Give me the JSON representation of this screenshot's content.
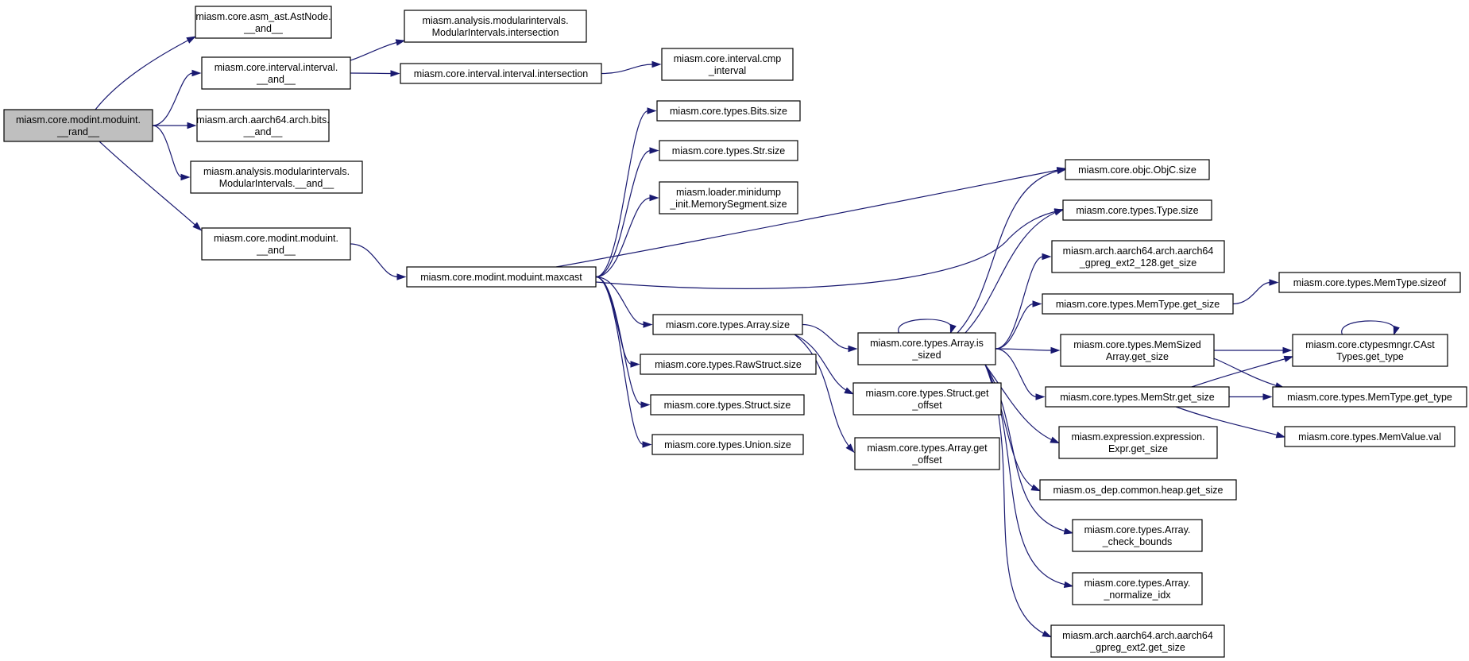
{
  "graph": {
    "node_fill": "#ffffff",
    "root_fill": "#bfbfbf",
    "edge_color": "#191970",
    "nodes": [
      {
        "id": "rand",
        "lines": [
          "miasm.core.modint.moduint.",
          "__rand__"
        ],
        "root": true
      },
      {
        "id": "ast_and",
        "lines": [
          "miasm.core.asm_ast.AstNode.",
          "__and__"
        ]
      },
      {
        "id": "interval_and",
        "lines": [
          "miasm.core.interval.interval.",
          "__and__"
        ]
      },
      {
        "id": "bits_and",
        "lines": [
          "miasm.arch.aarch64.arch.bits.",
          "__and__"
        ]
      },
      {
        "id": "modint_and_mi",
        "lines": [
          "miasm.analysis.modularintervals.",
          "ModularIntervals.__and__"
        ]
      },
      {
        "id": "moduint_and",
        "lines": [
          "miasm.core.modint.moduint.",
          "__and__"
        ]
      },
      {
        "id": "mi_intersection",
        "lines": [
          "miasm.analysis.modularintervals.",
          "ModularIntervals.intersection"
        ]
      },
      {
        "id": "interval_intersection",
        "lines": [
          "miasm.core.interval.interval.intersection"
        ]
      },
      {
        "id": "cmp_interval",
        "lines": [
          "miasm.core.interval.cmp",
          "_interval"
        ]
      },
      {
        "id": "maxcast",
        "lines": [
          "miasm.core.modint.moduint.maxcast"
        ]
      },
      {
        "id": "bits_size",
        "lines": [
          "miasm.core.types.Bits.size"
        ]
      },
      {
        "id": "str_size",
        "lines": [
          "miasm.core.types.Str.size"
        ]
      },
      {
        "id": "memseg_size",
        "lines": [
          "miasm.loader.minidump",
          "_init.MemorySegment.size"
        ]
      },
      {
        "id": "array_size",
        "lines": [
          "miasm.core.types.Array.size"
        ]
      },
      {
        "id": "rawstruct_size",
        "lines": [
          "miasm.core.types.RawStruct.size"
        ]
      },
      {
        "id": "struct_size",
        "lines": [
          "miasm.core.types.Struct.size"
        ]
      },
      {
        "id": "union_size",
        "lines": [
          "miasm.core.types.Union.size"
        ]
      },
      {
        "id": "objc_size",
        "lines": [
          "miasm.core.objc.ObjC.size"
        ]
      },
      {
        "id": "type_size",
        "lines": [
          "miasm.core.types.Type.size"
        ]
      },
      {
        "id": "is_sized",
        "lines": [
          "miasm.core.types.Array.is",
          "_sized"
        ]
      },
      {
        "id": "struct_get_offset",
        "lines": [
          "miasm.core.types.Struct.get",
          "_offset"
        ]
      },
      {
        "id": "array_get_offset",
        "lines": [
          "miasm.core.types.Array.get",
          "_offset"
        ]
      },
      {
        "id": "gpreg128",
        "lines": [
          "miasm.arch.aarch64.arch.aarch64",
          "_gpreg_ext2_128.get_size"
        ]
      },
      {
        "id": "memtype_get_size",
        "lines": [
          "miasm.core.types.MemType.get_size"
        ]
      },
      {
        "id": "memsizedarray",
        "lines": [
          "miasm.core.types.MemSized",
          "Array.get_size"
        ]
      },
      {
        "id": "memstr_get_size",
        "lines": [
          "miasm.core.types.MemStr.get_size"
        ]
      },
      {
        "id": "expr_get_size",
        "lines": [
          "miasm.expression.expression.",
          "Expr.get_size"
        ]
      },
      {
        "id": "heap_get_size",
        "lines": [
          "miasm.os_dep.common.heap.get_size"
        ]
      },
      {
        "id": "check_bounds",
        "lines": [
          "miasm.core.types.Array.",
          "_check_bounds"
        ]
      },
      {
        "id": "normalize_idx",
        "lines": [
          "miasm.core.types.Array.",
          "_normalize_idx"
        ]
      },
      {
        "id": "gpreg_ext2",
        "lines": [
          "miasm.arch.aarch64.arch.aarch64",
          "_gpreg_ext2.get_size"
        ]
      },
      {
        "id": "sizeof",
        "lines": [
          "miasm.core.types.MemType.sizeof"
        ]
      },
      {
        "id": "cast_get_type",
        "lines": [
          "miasm.core.ctypesmngr.CAst",
          "Types.get_type"
        ]
      },
      {
        "id": "memtype_get_type",
        "lines": [
          "miasm.core.types.MemType.get_type"
        ]
      },
      {
        "id": "memvalue_val",
        "lines": [
          "miasm.core.types.MemValue.val"
        ]
      }
    ],
    "edges": [
      [
        "rand",
        "ast_and"
      ],
      [
        "rand",
        "interval_and"
      ],
      [
        "rand",
        "bits_and"
      ],
      [
        "rand",
        "modint_and_mi"
      ],
      [
        "rand",
        "moduint_and"
      ],
      [
        "interval_and",
        "mi_intersection"
      ],
      [
        "interval_and",
        "interval_intersection"
      ],
      [
        "interval_intersection",
        "cmp_interval"
      ],
      [
        "moduint_and",
        "maxcast"
      ],
      [
        "maxcast",
        "bits_size"
      ],
      [
        "maxcast",
        "str_size"
      ],
      [
        "maxcast",
        "memseg_size"
      ],
      [
        "maxcast",
        "objc_size"
      ],
      [
        "maxcast",
        "type_size"
      ],
      [
        "maxcast",
        "array_size"
      ],
      [
        "maxcast",
        "rawstruct_size"
      ],
      [
        "maxcast",
        "struct_size"
      ],
      [
        "maxcast",
        "union_size"
      ],
      [
        "array_size",
        "is_sized"
      ],
      [
        "array_size",
        "struct_get_offset"
      ],
      [
        "array_size",
        "array_get_offset"
      ],
      [
        "is_sized",
        "is_sized"
      ],
      [
        "is_sized",
        "objc_size"
      ],
      [
        "is_sized",
        "type_size"
      ],
      [
        "is_sized",
        "gpreg128"
      ],
      [
        "is_sized",
        "memtype_get_size"
      ],
      [
        "is_sized",
        "memsizedarray"
      ],
      [
        "is_sized",
        "memstr_get_size"
      ],
      [
        "is_sized",
        "expr_get_size"
      ],
      [
        "is_sized",
        "heap_get_size"
      ],
      [
        "is_sized",
        "check_bounds"
      ],
      [
        "is_sized",
        "normalize_idx"
      ],
      [
        "is_sized",
        "gpreg_ext2"
      ],
      [
        "memtype_get_size",
        "sizeof"
      ],
      [
        "memsizedarray",
        "cast_get_type"
      ],
      [
        "memsizedarray",
        "memtype_get_type"
      ],
      [
        "memstr_get_size",
        "cast_get_type"
      ],
      [
        "memstr_get_size",
        "memtype_get_type"
      ],
      [
        "memstr_get_size",
        "memvalue_val"
      ],
      [
        "cast_get_type",
        "cast_get_type"
      ]
    ]
  }
}
